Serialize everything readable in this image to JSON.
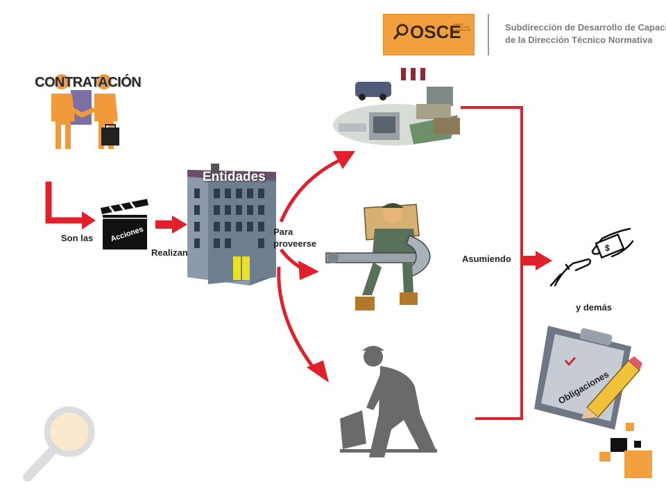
{
  "header": {
    "logo_text": "OSCE",
    "logo_subtext": "Organismo Supervisor de las Contrataciones del Estado",
    "subtitle_line1": "Subdirección de Desarrollo de Capacidades",
    "subtitle_line2": "de la Dirección Técnico Normativa"
  },
  "diagram": {
    "title": "CONTRATACIÓN",
    "son_las": "Son las",
    "acciones": "Acciones",
    "realizan": "Realizan",
    "entidades": "Entidades",
    "para": "Para",
    "proveerse": "proveerse",
    "asumiendo": "Asumiendo",
    "y_demas": "y demás",
    "obligaciones": "Obligaciones"
  },
  "colors": {
    "arrow_red": "#e0202a",
    "building": "#5f6f82",
    "logo_orange": "#f2a03d",
    "figure_orange": "#f09a3c",
    "corner_orange": "#f2a03d"
  },
  "icons": [
    "handshake-people-icon",
    "clapperboard-icon",
    "building-icon",
    "goods-pile-icon",
    "worker-wrench-icon",
    "digging-worker-icon",
    "money-exchange-hands-icon",
    "clipboard-pencil-icon",
    "magnifier-icon",
    "corner-squares-icon"
  ]
}
